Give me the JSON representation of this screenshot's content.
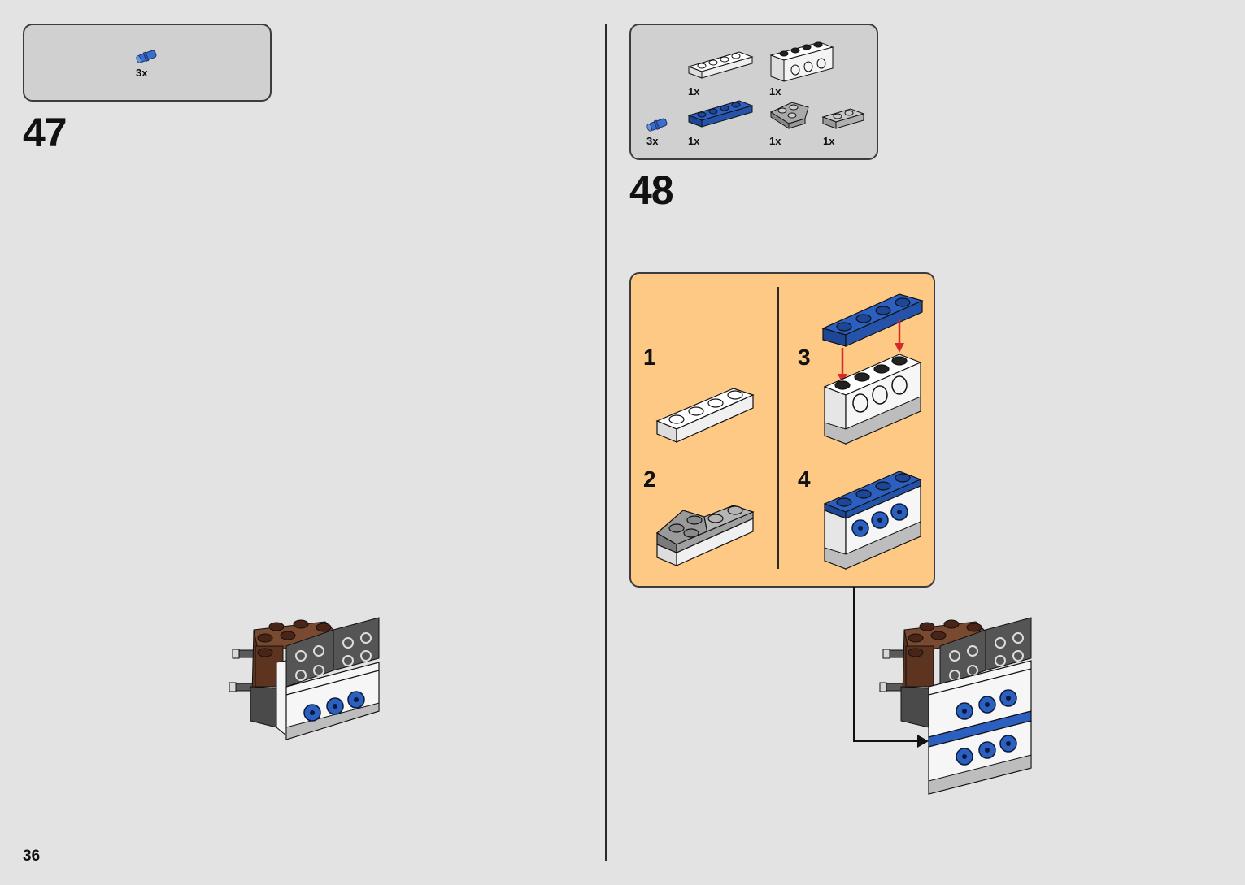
{
  "page": {
    "number": "36"
  },
  "step47": {
    "number": "47",
    "parts": [
      {
        "qty": "3x",
        "part": "blue-pin"
      }
    ]
  },
  "step48": {
    "number": "48",
    "parts": [
      {
        "qty": "1x",
        "part": "white-plate-1x4"
      },
      {
        "qty": "1x",
        "part": "white-technic-brick-1x4"
      },
      {
        "qty": "3x",
        "part": "blue-pin"
      },
      {
        "qty": "1x",
        "part": "blue-plate-1x4"
      },
      {
        "qty": "1x",
        "part": "gray-wedge-plate"
      },
      {
        "qty": "1x",
        "part": "gray-plate-1x2"
      }
    ],
    "substeps": [
      {
        "number": "1"
      },
      {
        "number": "2"
      },
      {
        "number": "3"
      },
      {
        "number": "4"
      }
    ]
  },
  "colors": {
    "background": "#e3e3e3",
    "parts_box": "#d0d0d0",
    "substep_box": "#fec985",
    "lego_blue": "#2b5fc0",
    "lego_brown": "#6b3a24",
    "arrow_red": "#d42a2a"
  }
}
